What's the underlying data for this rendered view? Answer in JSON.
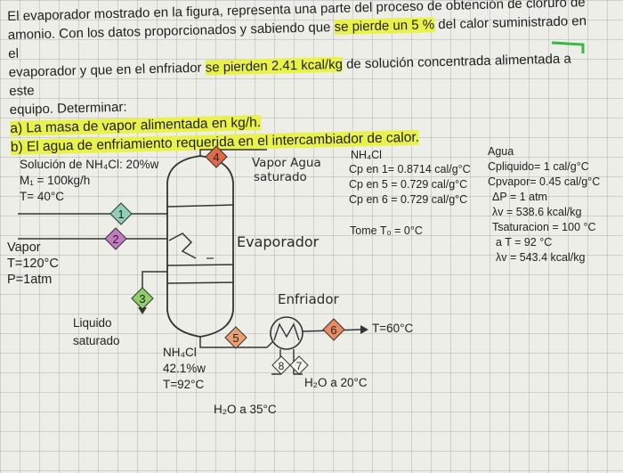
{
  "problem": {
    "line1": "El evaporador mostrado en la figura, representa una parte del proceso de obtención de cloruro de",
    "line2_a": "amonio. Con los datos proporcionados y sabiendo que ",
    "line2_hl": "se pierde un 5 %",
    "line2_b": " del calor suministrado en el",
    "line3_a": "evaporador y que en el enfriador ",
    "line3_hl": "se pierden 2.41 kcal/kg",
    "line3_b": " de solución concentrada alimentada a este",
    "line4": "equipo. Determinar:",
    "qa": "a) La masa de vapor alimentada en kg/h.",
    "qb": "b) El agua de enfriamiento requerida en el intercambiador de calor."
  },
  "feed": {
    "line1": "Solución de NH₄Cl: 20%w",
    "line2": "M₁ = 100kg/h",
    "line3": "T= 40°C"
  },
  "steam": {
    "line1": "Vapor",
    "line2": "T=120°C",
    "line3": "P=1atm"
  },
  "liquid": {
    "line1": "Liquido",
    "line2": "saturado"
  },
  "vapor_out": {
    "line1": "Vapor Agua",
    "line2": "saturado"
  },
  "evaporator_label": "Evaporador",
  "cooler_label": "Enfriador",
  "product": {
    "line1": "NH₄Cl",
    "line2": "42.1%w",
    "line3": "T=92°C"
  },
  "out_temp": "T=60°C",
  "water_in": "H₂O a 20°C",
  "water_out": "H₂O a 35°C",
  "nh4cl_props": {
    "title": "NH₄Cl",
    "cp1": "Cp en 1= 0.8714 cal/g°C",
    "cp5": "Cp en 5 = 0.729 cal/g°C",
    "cp6": "Cp en 6 = 0.729 cal/g°C",
    "tref": "Tome T₀ = 0°C"
  },
  "water_props": {
    "title": "Agua",
    "cpl": "Cpliquido= 1 cal/g°C",
    "cpv": "Cpvapor= 0.45 cal/g°C",
    "dp": "ΔP = 1 atm",
    "lv1": "λv = 538.6 kcal/kg",
    "tsat": "Tsaturacion = 100 °C",
    "t92": "a T = 92 °C",
    "lv2": "λv = 543.4 kcal/kg"
  },
  "streams": [
    "1",
    "2",
    "3",
    "4",
    "5",
    "6",
    "7",
    "8"
  ],
  "colors": {
    "highlight": "#e9f24a",
    "diamond_4": "#e06a45",
    "diamond_6": "#e98a62",
    "diamond_5": "#eaa070",
    "diamond_1": "#8fcfb8",
    "diamond_2": "#c57bc2",
    "diamond_3": "#8fd06a",
    "margin_line": "#3bb54a"
  }
}
